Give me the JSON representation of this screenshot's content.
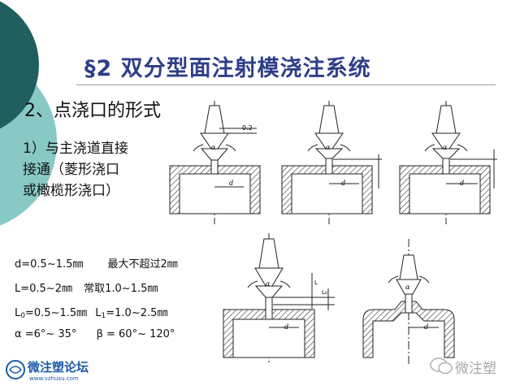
{
  "title": "§2  双分型面注射模浇注系统",
  "heading": "2、点浇口的形式",
  "description": [
    "1）与主浇道直接",
    "接通（菱形浇口",
    "或橄榄形浇口）"
  ],
  "specs": {
    "d": {
      "text": "d=0.5~1.5㎜",
      "note": "最大不超过2㎜"
    },
    "L": {
      "text": "L=0.5~2㎜",
      "note": "常取1.0~1.5㎜"
    },
    "L0": {
      "label": "L",
      "sub": "0",
      "value": "=0.5~1.5㎜",
      "label2": "L",
      "sub2": "1",
      "value2": "=1.0~2.5㎜"
    },
    "angles": {
      "alpha": "α =6°~ 35°",
      "beta": "β = 60°~ 120°"
    }
  },
  "diagram_labels": {
    "gap": "0.2",
    "d": "d",
    "alpha": "α",
    "L": "L",
    "L0": "L₀"
  },
  "watermarks": {
    "left_main": "微注塑论坛",
    "left_url": "www.vzhusu.com",
    "right": "微注塑"
  },
  "colors": {
    "title": "#2e3f88",
    "deco_dark": "#1f5f5f",
    "deco_light": "#88c8c5",
    "hatch": "#333333"
  }
}
